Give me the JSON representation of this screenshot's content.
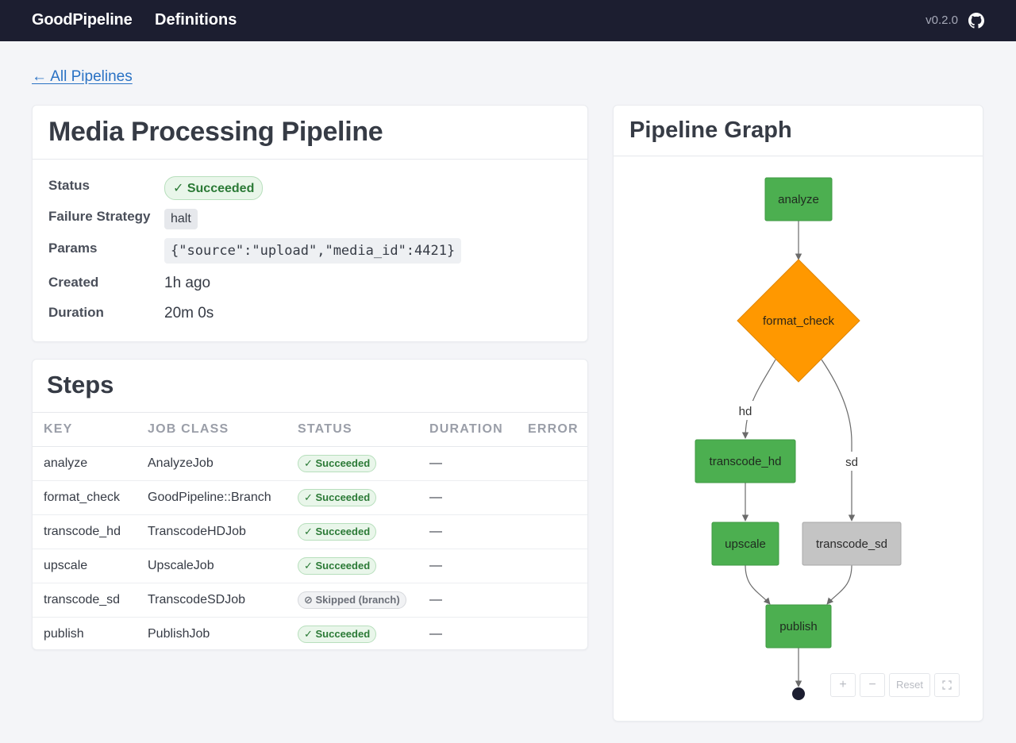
{
  "nav": {
    "brand": "GoodPipeline",
    "definitions": "Definitions",
    "version": "v0.2.0",
    "github_icon": "github-icon"
  },
  "back_link": "← All Pipelines",
  "pipeline": {
    "title": "Media Processing Pipeline",
    "status_label": "Status",
    "status_value": "✓ Succeeded",
    "failure_strategy_label": "Failure Strategy",
    "failure_strategy_value": "halt",
    "params_label": "Params",
    "params_value": "{\"source\":\"upload\",\"media_id\":4421}",
    "created_label": "Created",
    "created_value": "1h ago",
    "duration_label": "Duration",
    "duration_value": "20m 0s"
  },
  "steps": {
    "title": "Steps",
    "columns": [
      "KEY",
      "JOB CLASS",
      "STATUS",
      "DURATION",
      "ERROR"
    ],
    "rows": [
      {
        "key": "analyze",
        "job_class": "AnalyzeJob",
        "status": "✓ Succeeded",
        "status_kind": "ok",
        "duration": "—",
        "error": ""
      },
      {
        "key": "format_check",
        "job_class": "GoodPipeline::Branch",
        "status": "✓ Succeeded",
        "status_kind": "ok",
        "duration": "—",
        "error": ""
      },
      {
        "key": "transcode_hd",
        "job_class": "TranscodeHDJob",
        "status": "✓ Succeeded",
        "status_kind": "ok",
        "duration": "—",
        "error": ""
      },
      {
        "key": "upscale",
        "job_class": "UpscaleJob",
        "status": "✓ Succeeded",
        "status_kind": "ok",
        "duration": "—",
        "error": ""
      },
      {
        "key": "transcode_sd",
        "job_class": "TranscodeSDJob",
        "status": "⊘ Skipped (branch)",
        "status_kind": "skip",
        "duration": "—",
        "error": ""
      },
      {
        "key": "publish",
        "job_class": "PublishJob",
        "status": "✓ Succeeded",
        "status_kind": "ok",
        "duration": "—",
        "error": ""
      }
    ]
  },
  "graph": {
    "title": "Pipeline Graph",
    "nodes": {
      "analyze": "analyze",
      "format_check": "format_check",
      "transcode_hd": "transcode_hd",
      "upscale": "upscale",
      "transcode_sd": "transcode_sd",
      "publish": "publish"
    },
    "edge_labels": {
      "hd": "hd",
      "sd": "sd"
    },
    "colors": {
      "succeeded": "#4caf50",
      "branch": "#ff9800",
      "skipped": "#c4c4c4",
      "edge": "#6b6b6b",
      "end": "#1c1e30"
    },
    "controls": {
      "zoom_in": "+",
      "zoom_out": "−",
      "reset": "Reset",
      "fullscreen_icon": "fullscreen-icon"
    }
  }
}
